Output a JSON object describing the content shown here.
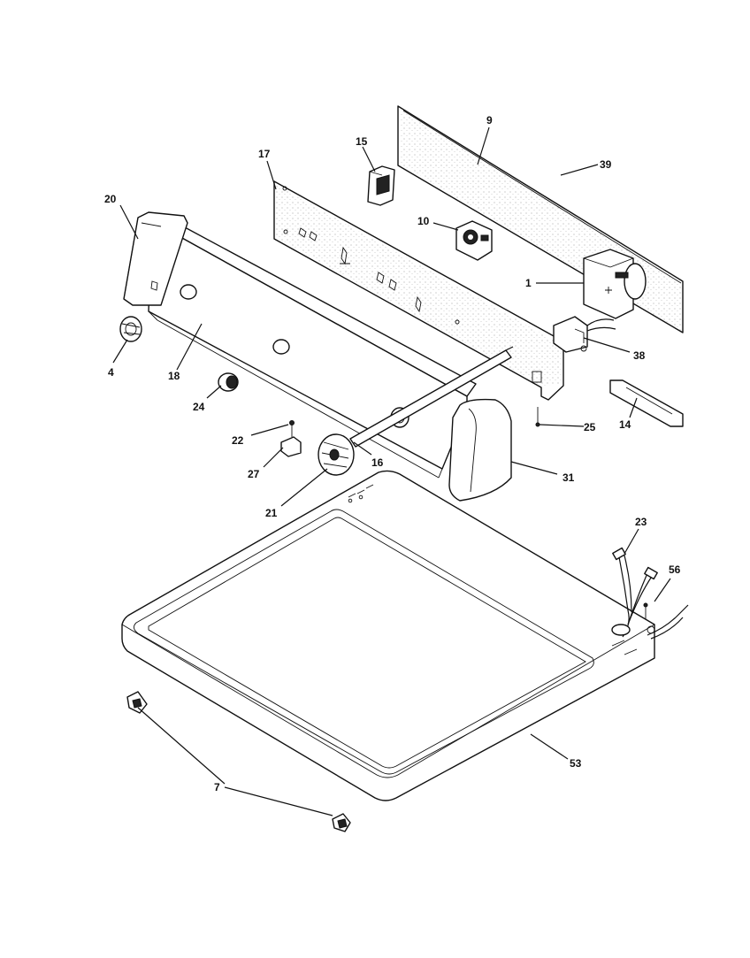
{
  "diagram": {
    "labels": [
      {
        "id": "9",
        "text": "9"
      },
      {
        "id": "39",
        "text": "39"
      },
      {
        "id": "15",
        "text": "15"
      },
      {
        "id": "17",
        "text": "17"
      },
      {
        "id": "20",
        "text": "20"
      },
      {
        "id": "10",
        "text": "10"
      },
      {
        "id": "1",
        "text": "1"
      },
      {
        "id": "38",
        "text": "38"
      },
      {
        "id": "4",
        "text": "4"
      },
      {
        "id": "18",
        "text": "18"
      },
      {
        "id": "24",
        "text": "24"
      },
      {
        "id": "14",
        "text": "14"
      },
      {
        "id": "25",
        "text": "25"
      },
      {
        "id": "22",
        "text": "22"
      },
      {
        "id": "16",
        "text": "16"
      },
      {
        "id": "27",
        "text": "27"
      },
      {
        "id": "31",
        "text": "31"
      },
      {
        "id": "21",
        "text": "21"
      },
      {
        "id": "23",
        "text": "23"
      },
      {
        "id": "56",
        "text": "56"
      },
      {
        "id": "7",
        "text": "7"
      },
      {
        "id": "53",
        "text": "53"
      }
    ]
  }
}
